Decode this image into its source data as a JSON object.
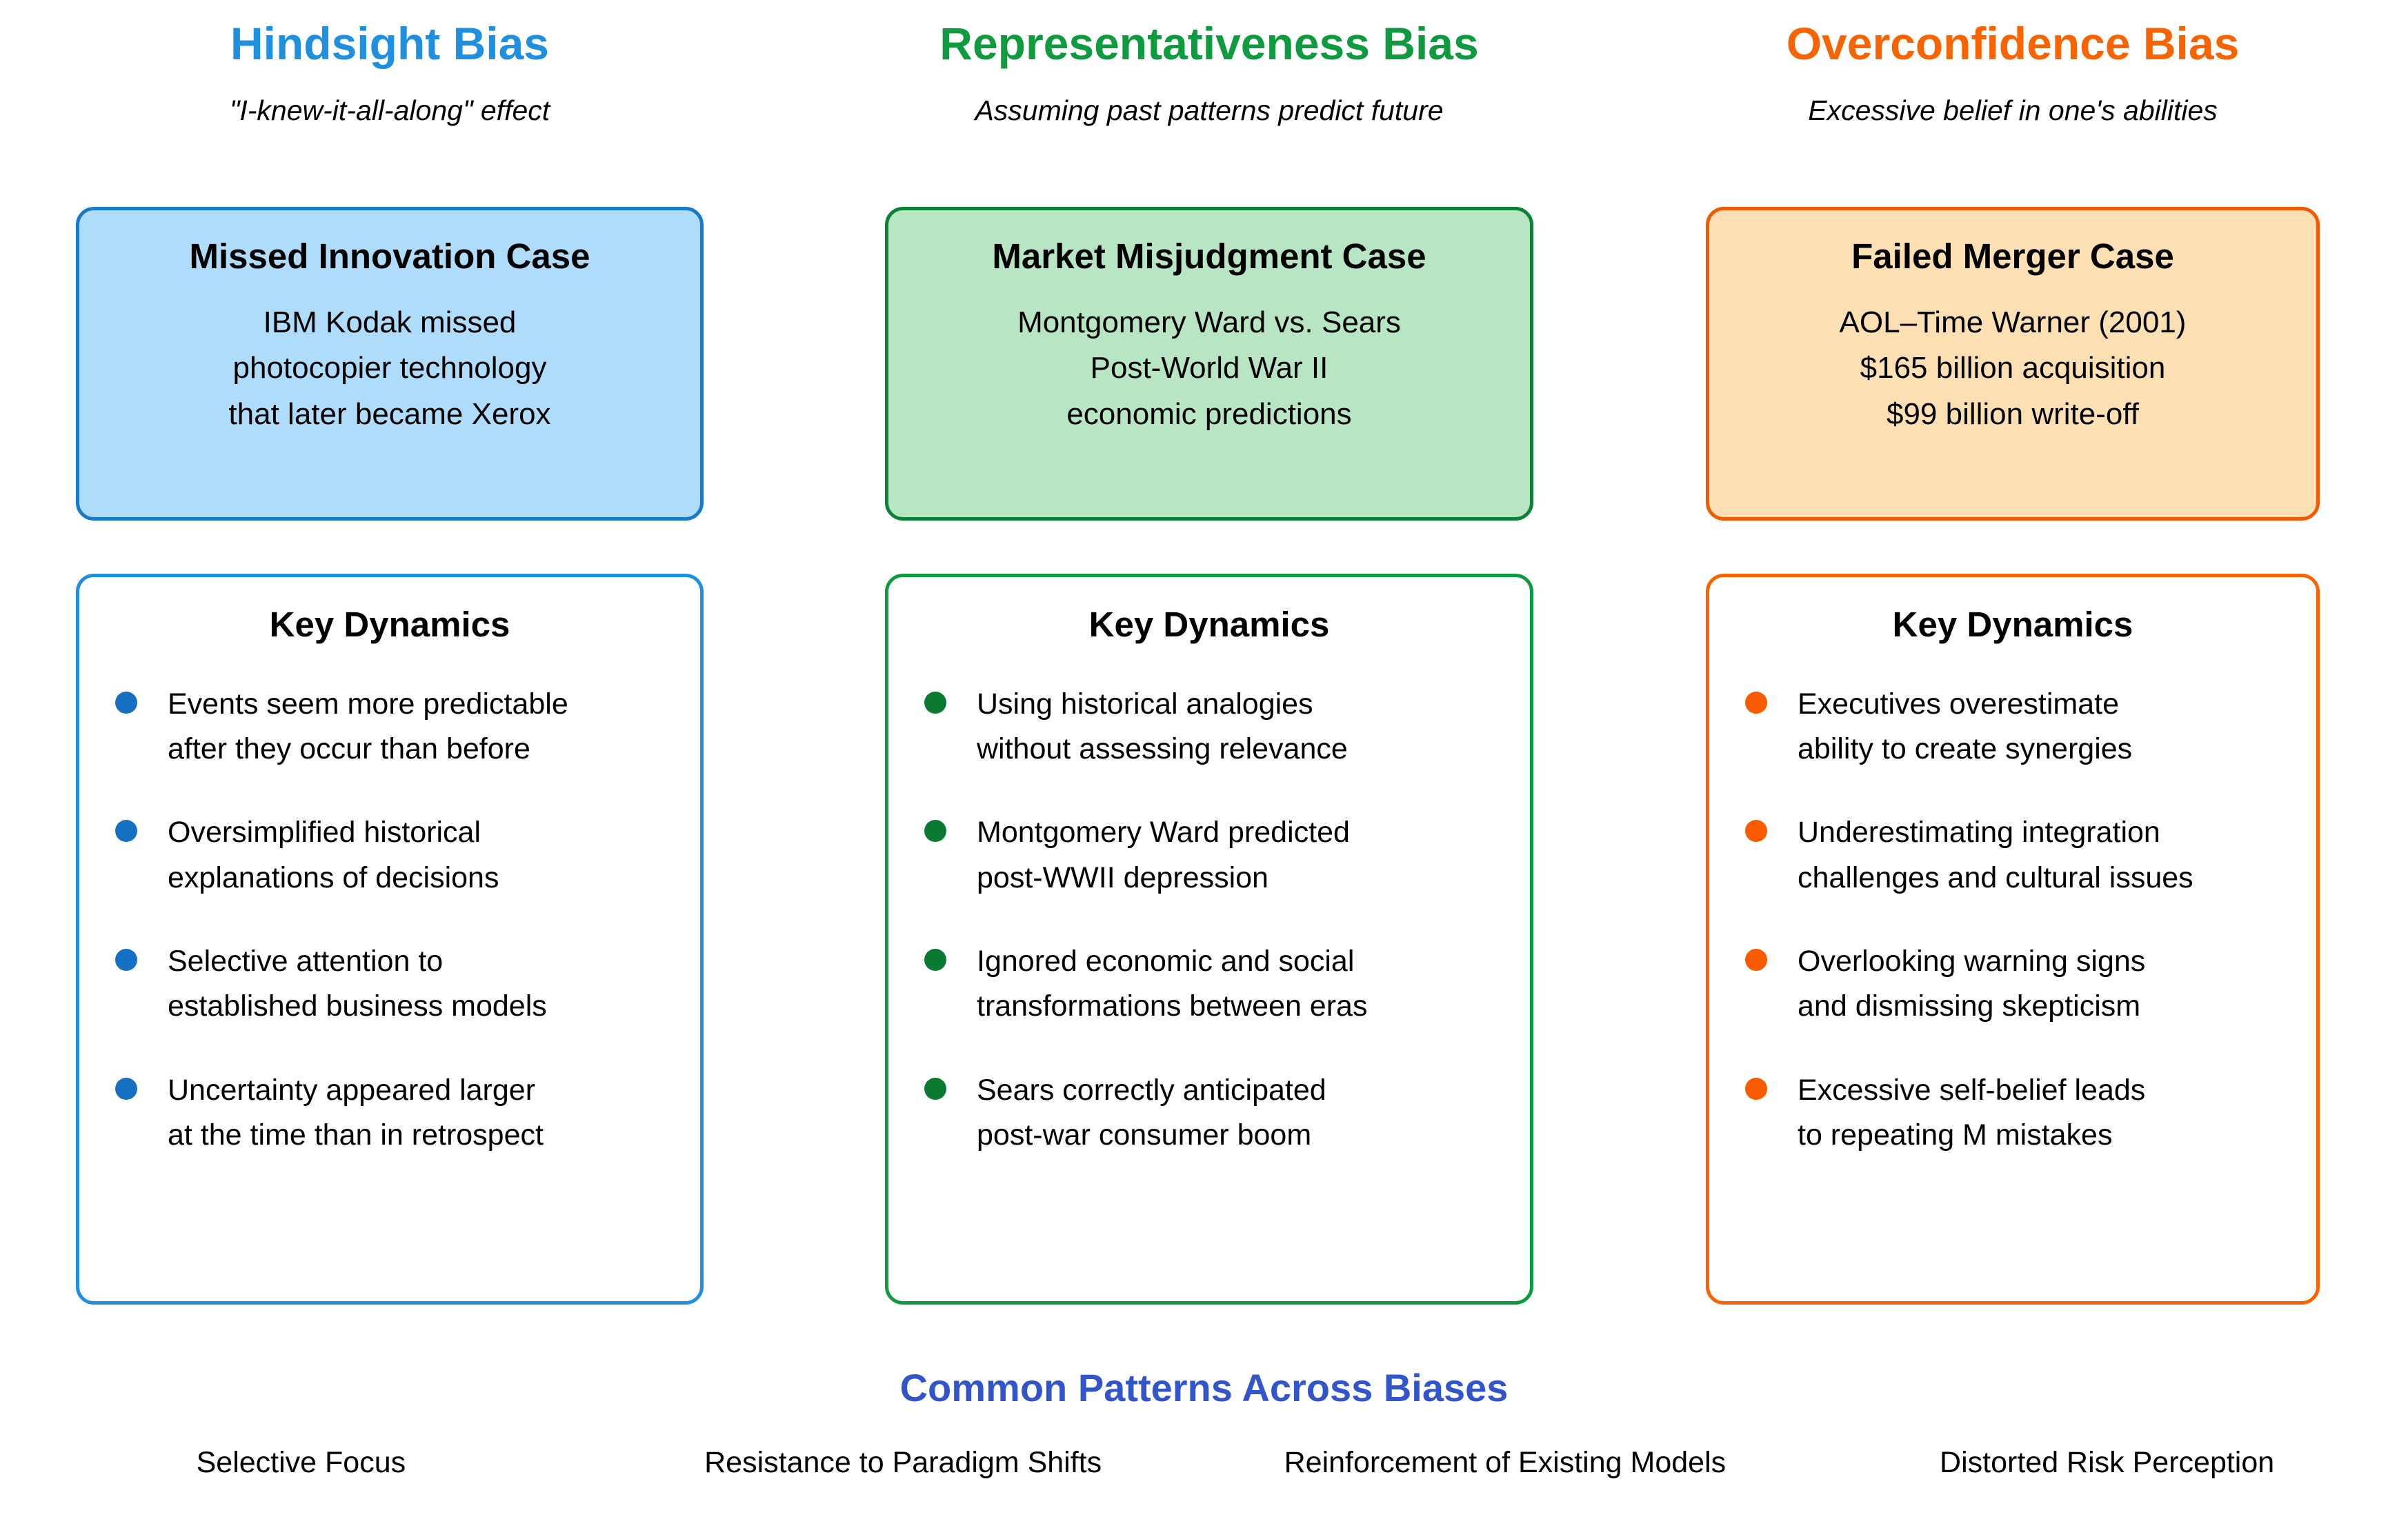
{
  "columns": [
    {
      "id": "hindsight",
      "title": "Hindsight Bias",
      "subtitle": "\"I-knew-it-all-along\" effect",
      "accent": "#1F8FE0",
      "accent_dark": "#1779C9",
      "fill": "#AEDCFA",
      "bullet": "#1570C4",
      "case": {
        "title": "Missed Innovation Case",
        "lines": [
          "IBM Kodak missed",
          "photocopier technology",
          "that later became Xerox"
        ]
      },
      "dynamics": {
        "title": "Key Dynamics",
        "items": [
          {
            "line1": "Events seem more predictable",
            "line2": "after they occur than before"
          },
          {
            "line1": "Oversimplified historical",
            "line2": "explanations of decisions"
          },
          {
            "line1": "Selective attention to",
            "line2": "established business models"
          },
          {
            "line1": "Uncertainty appeared larger",
            "line2": "at the time than in retrospect"
          }
        ]
      }
    },
    {
      "id": "representativeness",
      "title": "Representativeness Bias",
      "subtitle": "Assuming past patterns predict future",
      "accent": "#0E9B3F",
      "accent_dark": "#0B8236",
      "fill": "#B8E6C4",
      "bullet": "#0A7A32",
      "case": {
        "title": "Market Misjudgment Case",
        "lines": [
          "Montgomery Ward vs. Sears",
          "Post-World War II",
          "economic predictions"
        ]
      },
      "dynamics": {
        "title": "Key Dynamics",
        "items": [
          {
            "line1": "Using historical analogies",
            "line2": "without assessing relevance"
          },
          {
            "line1": "Montgomery Ward predicted",
            "line2": "post-WWII depression"
          },
          {
            "line1": "Ignored economic and social",
            "line2": "transformations between eras"
          },
          {
            "line1": "Sears correctly anticipated",
            "line2": "post-war consumer boom"
          }
        ]
      }
    },
    {
      "id": "overconfidence",
      "title": "Overconfidence Bias",
      "subtitle": "Excessive belief in one's abilities",
      "accent": "#FA6400",
      "accent_dark": "#F05A00",
      "fill": "#FCE0B4",
      "bullet": "#FA5B00",
      "case": {
        "title": "Failed Merger Case",
        "lines": [
          "AOL–Time Warner (2001)",
          "$165 billion acquisition",
          "$99 billion write-off"
        ]
      },
      "dynamics": {
        "title": "Key Dynamics",
        "items": [
          {
            "line1": "Executives overestimate",
            "line2": "ability to create synergies"
          },
          {
            "line1": "Underestimating integration",
            "line2": "challenges and cultural issues"
          },
          {
            "line1": "Overlooking warning signs",
            "line2": "and dismissing skepticism"
          },
          {
            "line1": "Excessive self-belief leads",
            "line2": "to repeating M mistakes"
          }
        ]
      }
    }
  ],
  "footer": {
    "title": "Common Patterns Across Biases",
    "title_color": "#3355CC",
    "items": [
      "Selective Focus",
      "Resistance to Paradigm Shifts",
      "Reinforcement of Existing Models",
      "Distorted Risk Perception"
    ]
  }
}
